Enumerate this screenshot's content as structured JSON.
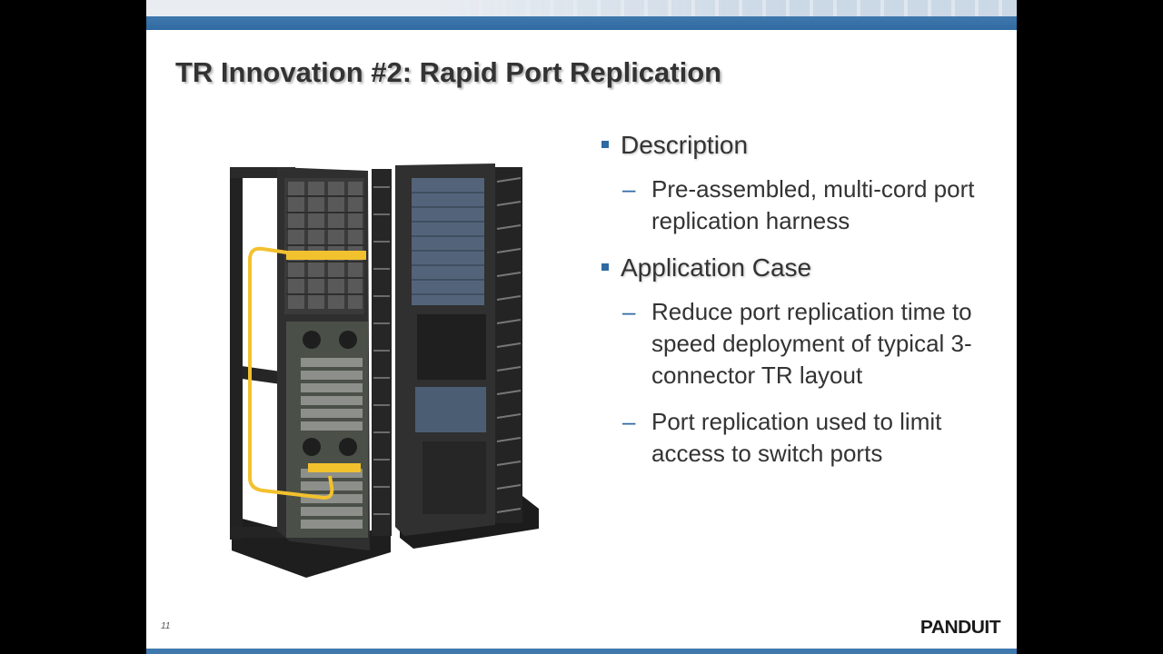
{
  "slide": {
    "title": "TR Innovation #2: Rapid Port Replication",
    "page_number": "11",
    "logo_text": "PANDUIT"
  },
  "bullets": [
    {
      "heading": "Description",
      "items": [
        "Pre-assembled, multi-cord port replication harness"
      ]
    },
    {
      "heading": "Application Case",
      "items": [
        "Reduce port replication time to speed deployment of typical 3-connector TR layout",
        "Port replication used to limit access to switch ports"
      ]
    }
  ],
  "figure": {
    "description_icon": "network-rack-illustration",
    "cable_color": "#f2c12e",
    "rack_color": "#2b2b2b"
  },
  "colors": {
    "accent": "#2f6aa2",
    "text": "#333333"
  }
}
